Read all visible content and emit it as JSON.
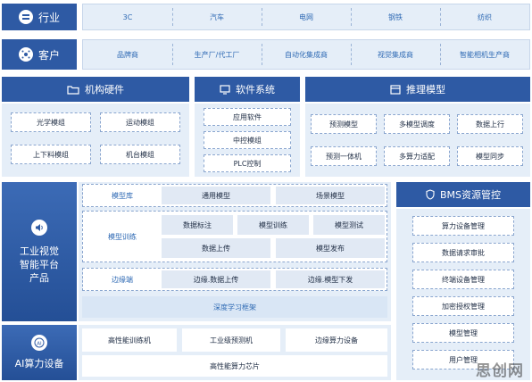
{
  "rows": {
    "industry": {
      "label": "行业",
      "items": [
        "3C",
        "汽车",
        "电网",
        "钢铁",
        "纺织"
      ]
    },
    "customer": {
      "label": "客户",
      "items": [
        "品牌商",
        "生产厂/代工厂",
        "自动化集成商",
        "视觉集成商",
        "智能相机生产商"
      ]
    }
  },
  "hardware": {
    "title": "机构硬件",
    "items": [
      "光学模组",
      "运动模组",
      "上下料模组",
      "机台模组"
    ]
  },
  "software": {
    "title": "软件系统",
    "items": [
      "应用软件",
      "中控模组",
      "PLC控制"
    ]
  },
  "inference": {
    "title": "推理模型",
    "items": [
      "预测模型",
      "多模型调度",
      "数据上行",
      "预测一体机",
      "多算力适配",
      "模型同步"
    ]
  },
  "platform": {
    "title": "工业视觉智能平台产品",
    "title_lines": [
      "工业视觉",
      "智能平台",
      "产品"
    ],
    "model_lib": {
      "label": "模型库",
      "items": [
        "通用模型",
        "场景模型"
      ]
    },
    "training": {
      "label": "模型训练",
      "row1": [
        "数据标注",
        "模型训练",
        "模型测试"
      ],
      "row2": [
        "数据上传",
        "模型发布"
      ]
    },
    "edge": {
      "label": "边缘端",
      "items": [
        "边缘.数据上传",
        "边缘.模型下发"
      ]
    },
    "framework": "深度学习框架"
  },
  "ai_device": {
    "title": "AI算力设备",
    "row1": [
      "高性能训练机",
      "工业级预测机",
      "边缘算力设备"
    ],
    "row2": "高性能算力芯片"
  },
  "bms": {
    "title": "BMS资源管控",
    "items": [
      "算力设备管理",
      "数据请求审批",
      "终端设备管理",
      "加密授权管理",
      "模型管理",
      "用户管理"
    ]
  },
  "watermark": "思创网",
  "colors": {
    "primary": "#2e5aa4",
    "panel": "#e5eef8",
    "accent_text": "#2f6ab4"
  }
}
